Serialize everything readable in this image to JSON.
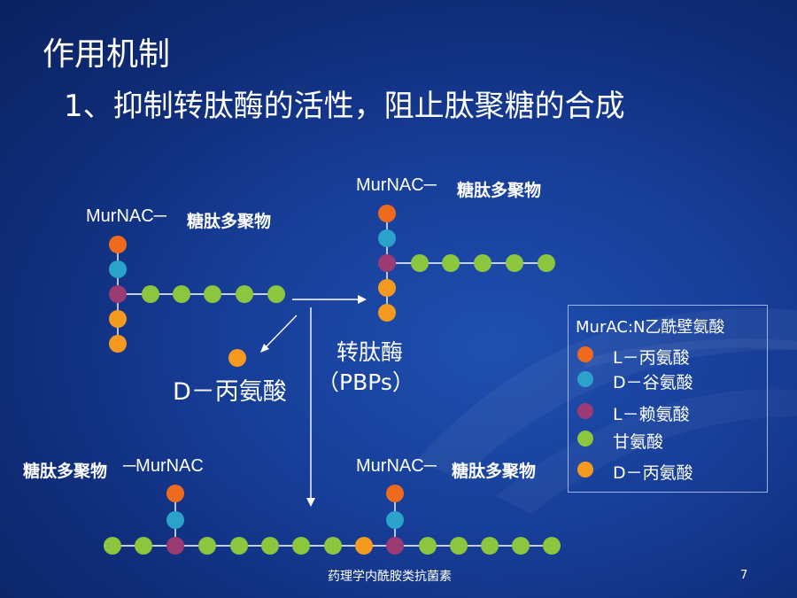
{
  "slide": {
    "title": "作用机制",
    "subtitle": "1、抑制转肽酶的活性，阻止肽聚糖的合成",
    "footer": "药理学内酰胺类抗菌素",
    "page_number": "7"
  },
  "diagram": {
    "murnac_top_left": "MurNAC─",
    "poly_top_left": "糖肽多聚物",
    "murnac_top_right": "MurNAC─",
    "poly_top_right": "糖肽多聚物",
    "enzyme_name": "转肽酶",
    "enzyme_abbr": "（PBPs）",
    "released": "D－丙氨酸",
    "poly_bottom_left": "糖肽多聚物",
    "murnac_bottom_left": "─MurNAC",
    "murnac_bottom_right": "MurNAC─",
    "poly_bottom_right": "糖肽多聚物"
  },
  "legend": {
    "title": "MurAC:N乙酰壁氨酸",
    "items": [
      {
        "label": "L－丙氨酸",
        "color": "#f06a1e"
      },
      {
        "label": "D－谷氨酸",
        "color": "#2aa2c9"
      },
      {
        "label": "L－赖氨酸",
        "color": "#9b3a73"
      },
      {
        "label": "甘氨酸",
        "color": "#8cc63f"
      },
      {
        "label": "D－丙氨酸",
        "color": "#f59a1f"
      }
    ]
  },
  "colors": {
    "l_ala": "#f06a1e",
    "d_glu": "#2aa2c9",
    "l_lys": "#9b3a73",
    "gly": "#8cc63f",
    "d_ala": "#f59a1f"
  }
}
